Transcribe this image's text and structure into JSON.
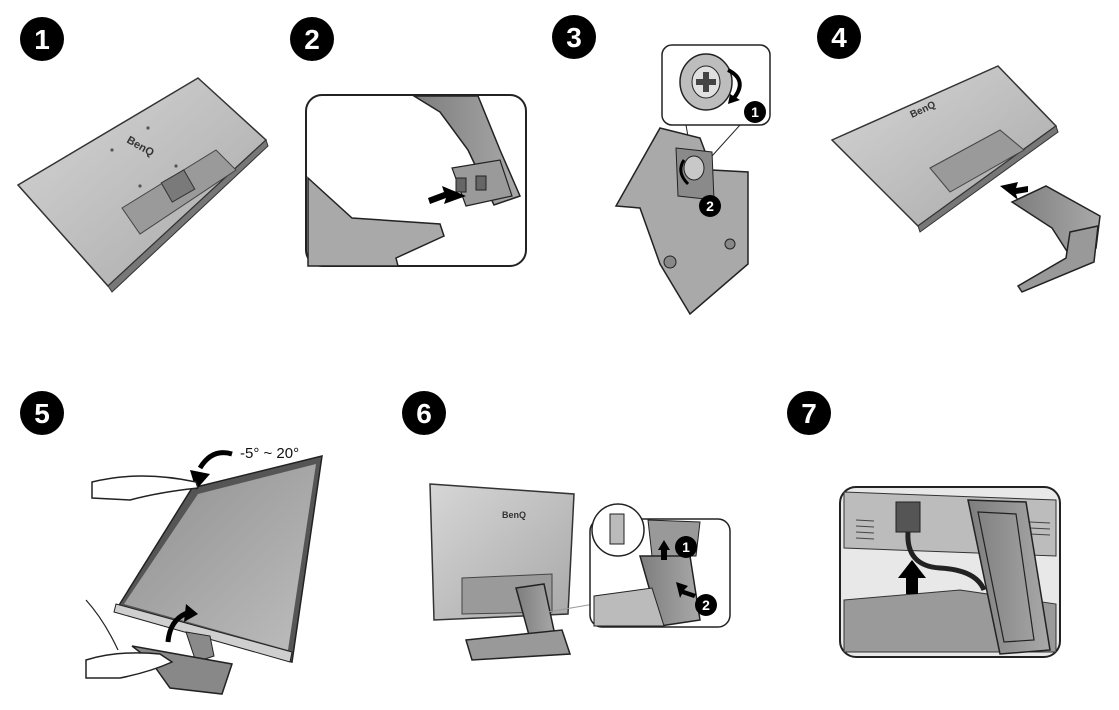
{
  "steps": [
    {
      "number": "1"
    },
    {
      "number": "2"
    },
    {
      "number": "3",
      "substeps": [
        "1",
        "2"
      ]
    },
    {
      "number": "4"
    },
    {
      "number": "5",
      "tilt_range": "-5° ~ 20°"
    },
    {
      "number": "6",
      "substeps": [
        "1",
        "2"
      ]
    },
    {
      "number": "7"
    }
  ],
  "brand": "BenQ",
  "colors": {
    "badge": "#000000",
    "monitor_back": "#bdbdbd",
    "monitor_dark": "#6f6f6f",
    "stand": "#8a8a8a",
    "outline": "#222222"
  },
  "icons": [
    "arrow-icon",
    "rotate-arrow-icon",
    "hand-icon",
    "cable-icon"
  ]
}
